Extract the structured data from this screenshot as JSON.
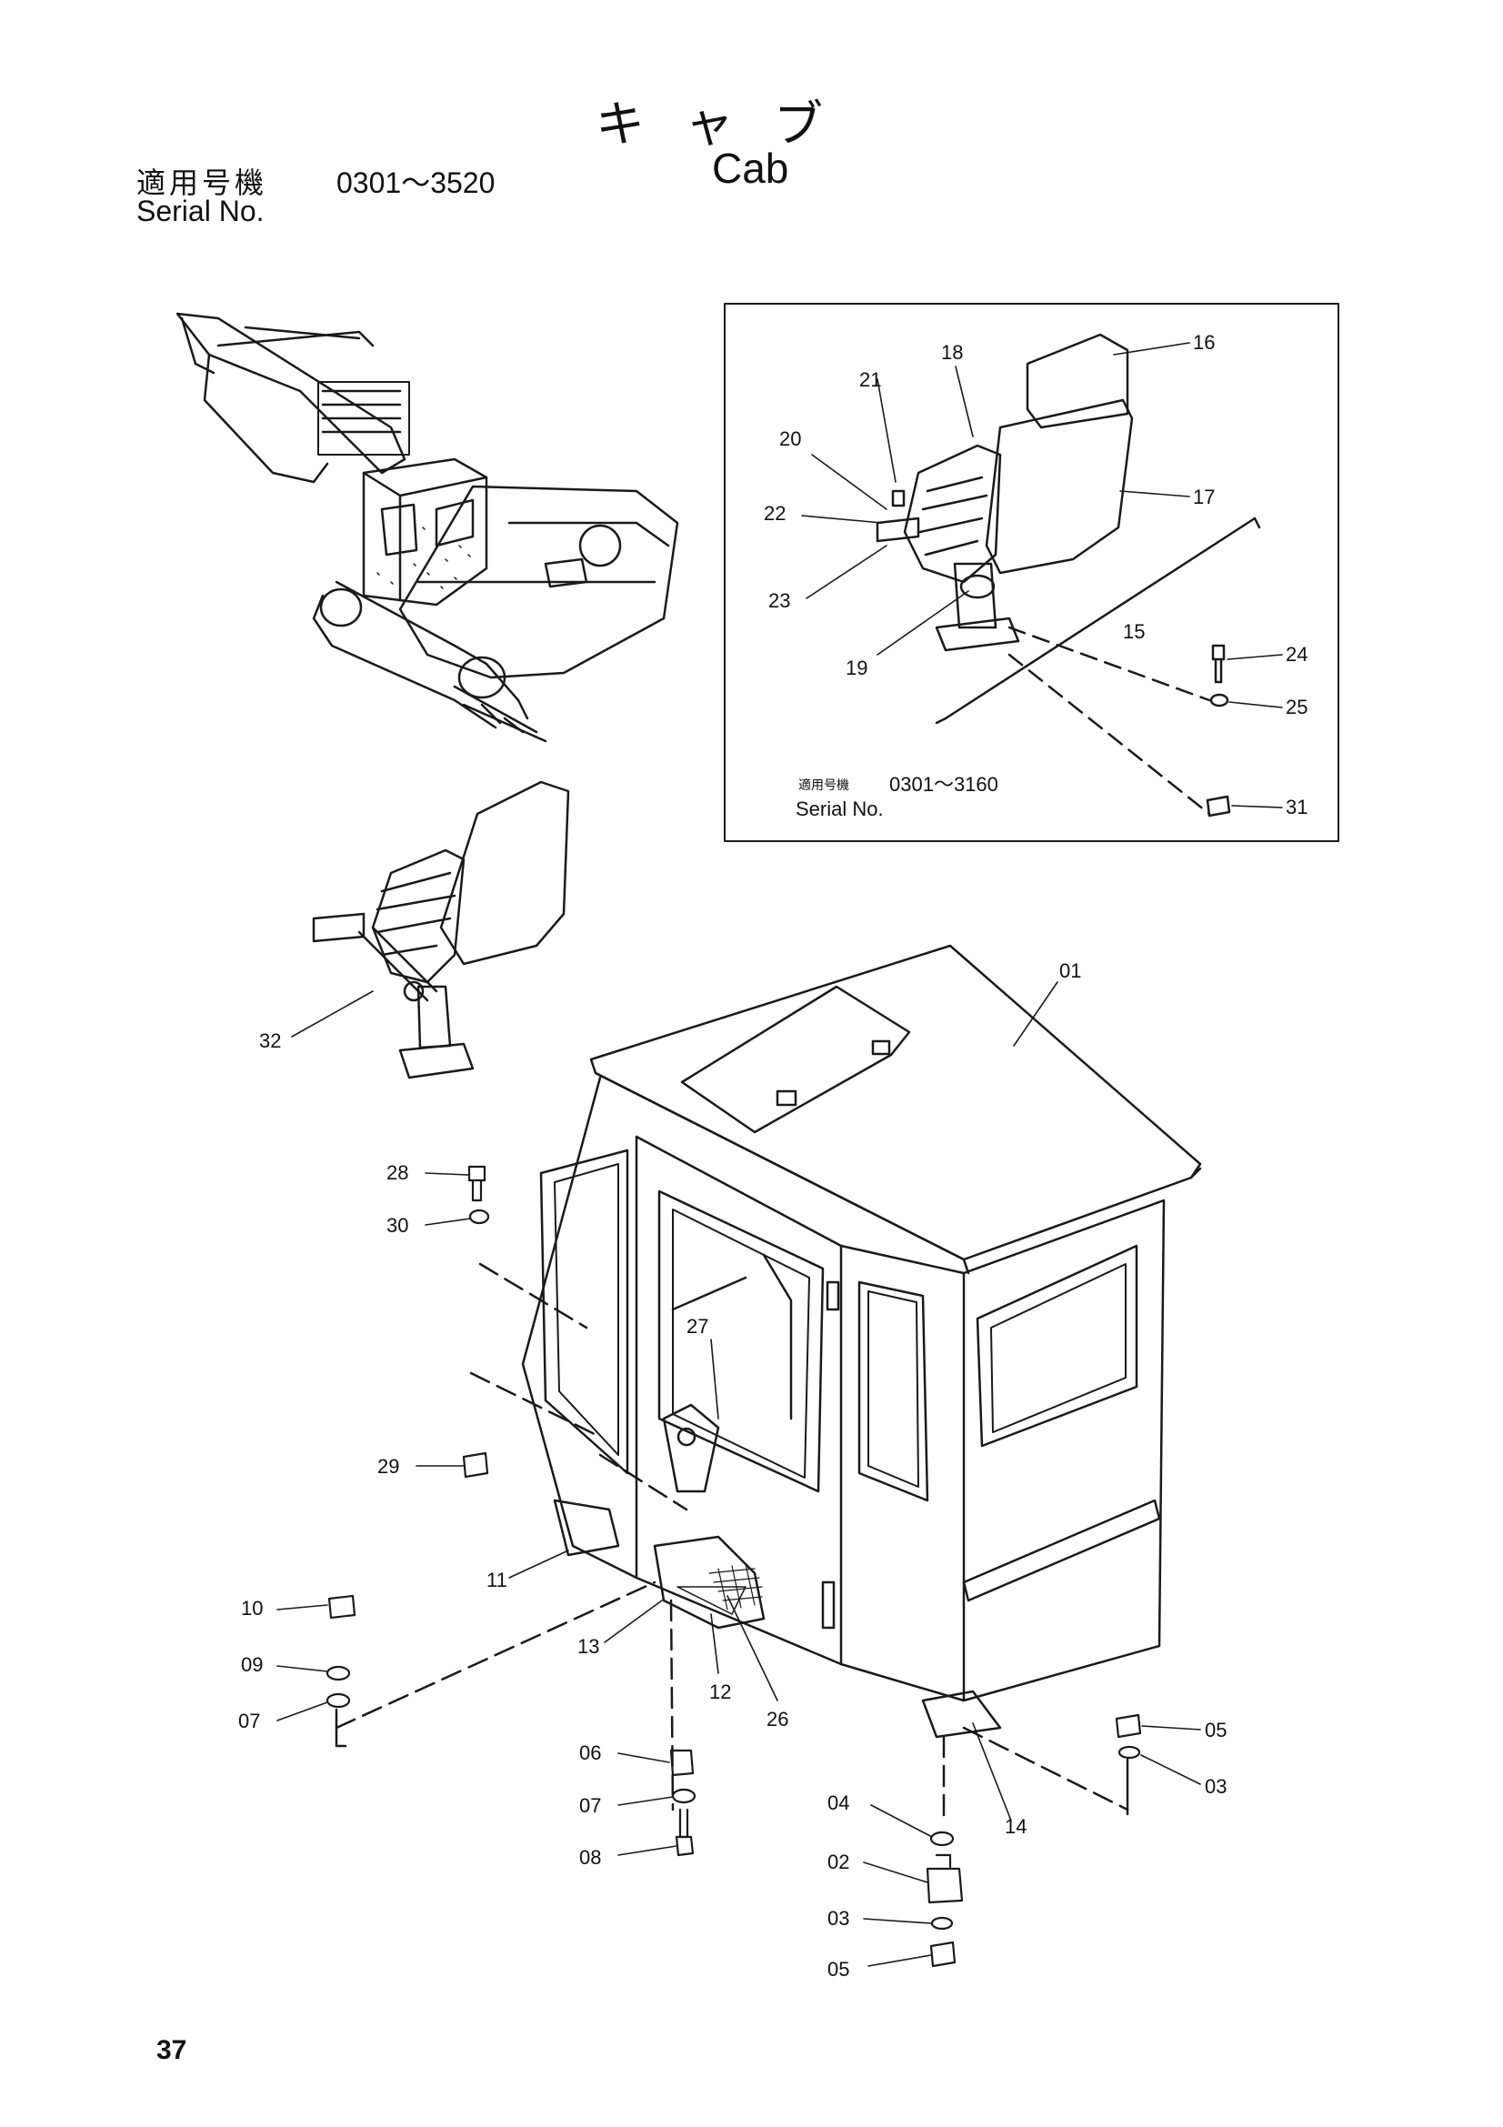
{
  "header": {
    "title_jp": "キャブ",
    "title_en": "Cab",
    "serial_label_jp": "適用号機",
    "serial_range": "0301～3520",
    "serial_label_en": "Serial No."
  },
  "inset": {
    "serial_label_jp": "適用号機",
    "serial_range": "0301～3160",
    "serial_label_en": "Serial No."
  },
  "callouts": {
    "c01": "01",
    "c02": "02",
    "c03a": "03",
    "c03b": "03",
    "c04": "04",
    "c05a": "05",
    "c05b": "05",
    "c06": "06",
    "c07a": "07",
    "c07b": "07",
    "c08": "08",
    "c09": "09",
    "c10": "10",
    "c11": "11",
    "c12": "12",
    "c13": "13",
    "c14": "14",
    "c15": "15",
    "c16": "16",
    "c17": "17",
    "c18": "18",
    "c19": "19",
    "c20": "20",
    "c21": "21",
    "c22": "22",
    "c23": "23",
    "c24": "24",
    "c25": "25",
    "c26": "26",
    "c27": "27",
    "c28": "28",
    "c29": "29",
    "c30": "30",
    "c31": "31",
    "c32": "32"
  },
  "page_number": "37"
}
